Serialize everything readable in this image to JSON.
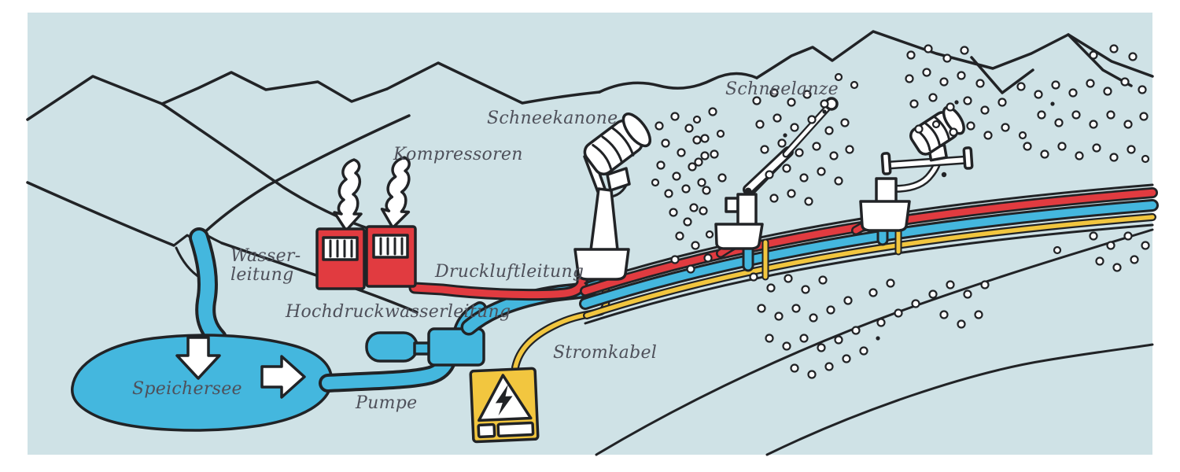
{
  "labels": {
    "schneekanone": "Schneekanone",
    "schneelanze": "Schneelanze",
    "kompressoren": "Kompressoren",
    "druckluftleitung": "Druckluftleitung",
    "wasserleitung_line1": "Wasser-",
    "wasserleitung_line2": "leitung",
    "hochdruckwasserleitung": "Hochdruckwasserleitung",
    "speichersee": "Speichersee",
    "pumpe": "Pumpe",
    "stromkabel": "Stromkabel"
  },
  "colors": {
    "background": "#cfe2e6",
    "water_blue": "#44b7de",
    "air_red": "#e13b40",
    "power_yellow": "#f2c63f",
    "outline_black": "#212326",
    "label_gray": "#4e505a"
  }
}
